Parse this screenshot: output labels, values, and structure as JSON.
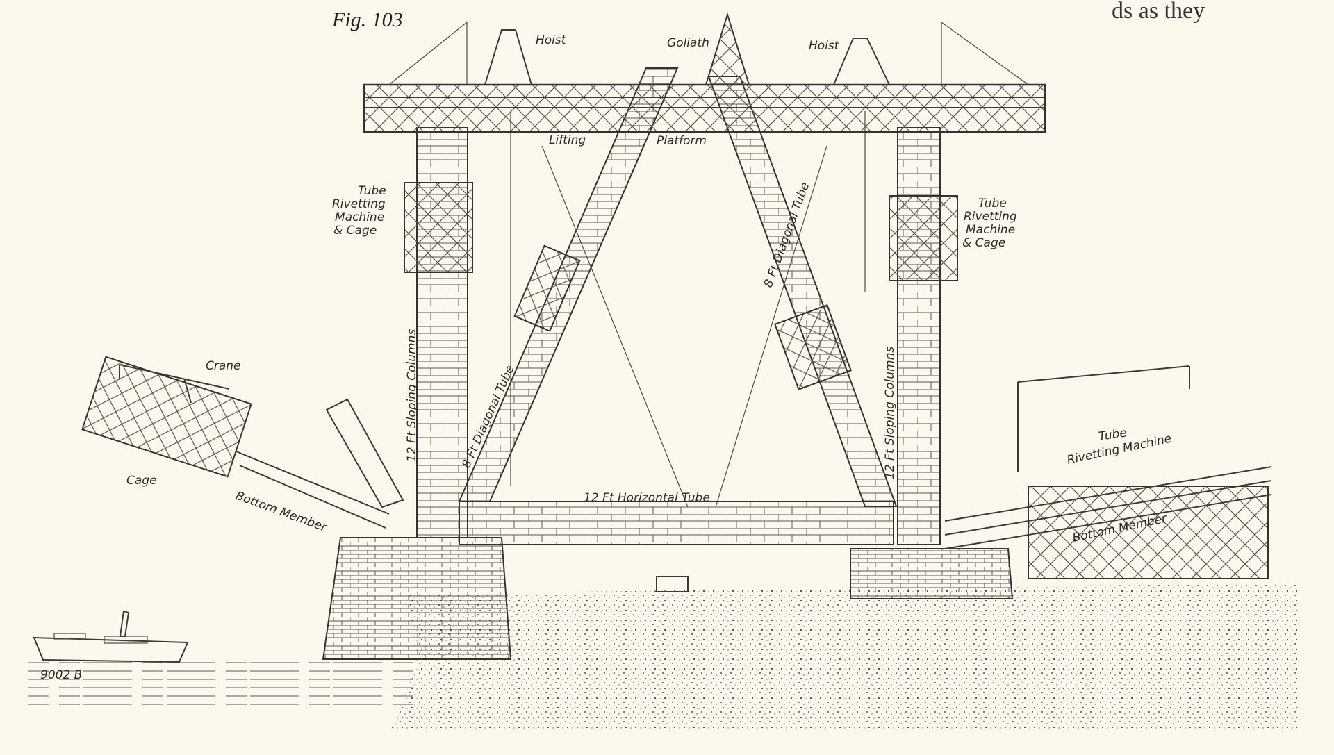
{
  "figure": {
    "number": "Fig. 103",
    "running_text_fragment": "ds as they",
    "plate_number": "9002 B"
  },
  "labels": {
    "hoist_left": "Hoist",
    "goliath": "Goliath",
    "hoist_right": "Hoist",
    "lifting": "Lifting",
    "platform": "Platform",
    "tube_machine_left": [
      "Tube",
      "Rivetting",
      "Machine",
      "& Cage"
    ],
    "tube_machine_right": [
      "Tube",
      "Rivetting",
      "Machine",
      "& Cage"
    ],
    "sloping_columns_left": "12 Ft Sloping Columns",
    "sloping_columns_right": "12 Ft Sloping Columns",
    "diagonal_tube_left": "8 Ft Diagonal Tube",
    "diagonal_tube_right": "8 Ft Diagonal Tube",
    "crane": "Crane",
    "cage": "Cage",
    "bottom_member_left": "Bottom Member",
    "horizontal_tube": "12 Ft Horizontal Tube",
    "tube_rivetting_machine_right": [
      "Tube",
      "Rivetting Machine"
    ],
    "bottom_member_right": "Bottom Member"
  },
  "colors": {
    "paper": "#fbf9ee",
    "ink": "#3a3a36"
  }
}
